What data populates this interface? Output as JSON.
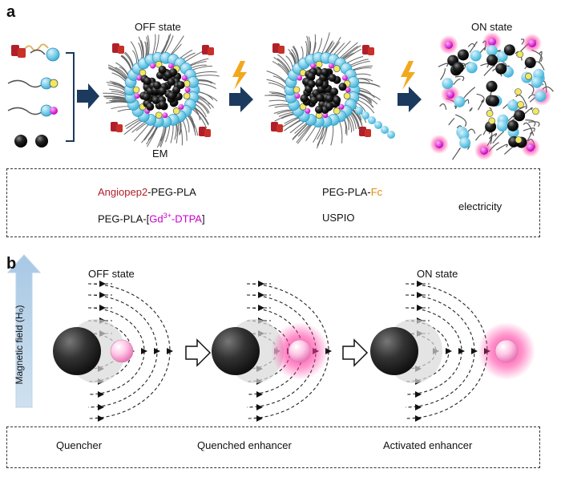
{
  "panel_a": {
    "letter": "a",
    "off_state": "OFF state",
    "on_state": "ON state",
    "em_label": "EM",
    "legend": {
      "angiopep_prefix": "Angiopep2",
      "angiopep_suffix": "-PEG-PLA",
      "peg_pla_fc_prefix": "PEG-PLA-",
      "peg_pla_fc_suffix": "Fc",
      "peg_pla_gd_prefix": "PEG-PLA-[",
      "peg_pla_gd_gd": "Gd",
      "peg_pla_gd_sup": "3+",
      "peg_pla_gd_dtpa": "-DTPA",
      "peg_pla_gd_close": "]",
      "uspio": "USPIO",
      "electricity": "electricity"
    }
  },
  "panel_b": {
    "letter": "b",
    "off_state": "OFF state",
    "on_state": "ON state",
    "axis_label": "Magnetic field (H₀)",
    "legend": {
      "quencher": "Quencher",
      "quenched_enhancer": "Quenched enhancer",
      "activated_enhancer": "Activated enhancer"
    }
  },
  "colors": {
    "cyan": "#5cc8e6",
    "magenta": "#e000d0",
    "dark_navy": "#1c3a5e",
    "lightning": "#f2a81d",
    "angiopep_red": "#b0202a"
  }
}
